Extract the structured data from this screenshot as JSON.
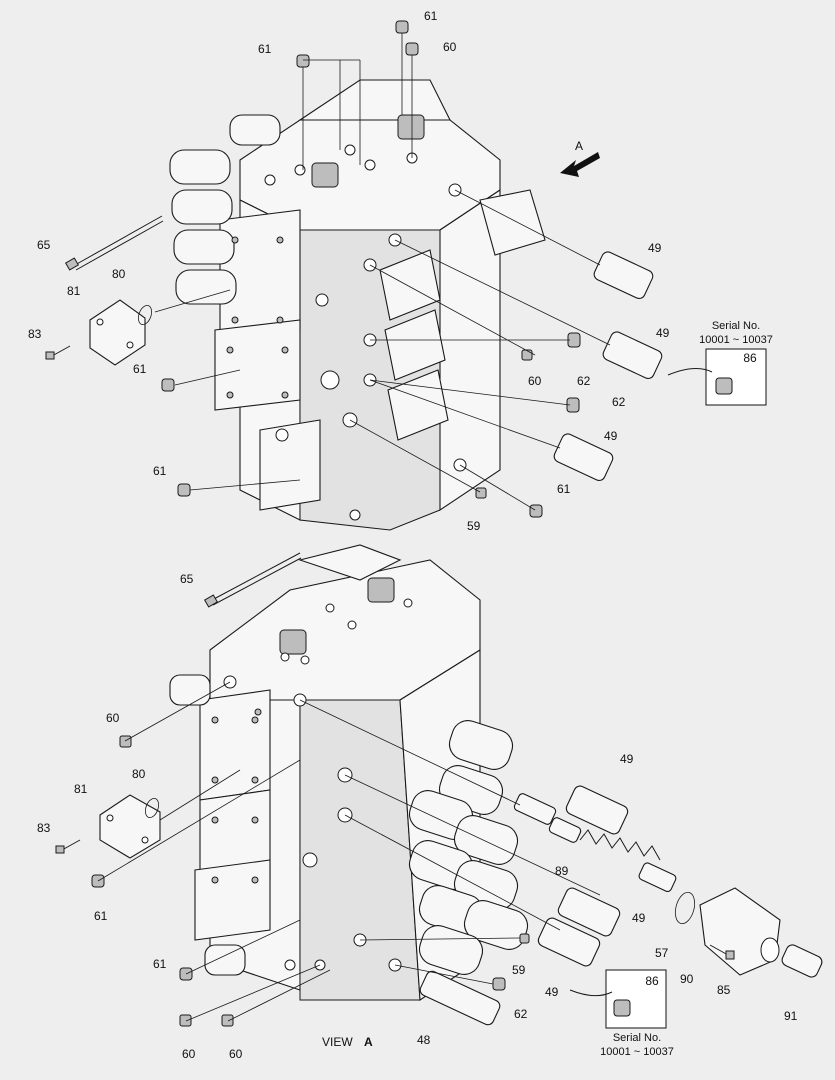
{
  "view_caption": {
    "prefix": "VIEW",
    "letter": "A"
  },
  "arrow_letter": "A",
  "serial_top": {
    "title": "Serial No.",
    "range": "10001 ~ 10037",
    "part": "86"
  },
  "serial_bottom": {
    "title": "Serial No.",
    "range": "10001 ~ 10037",
    "part": "86"
  },
  "callouts": [
    "61",
    "61",
    "60",
    "65",
    "80",
    "81",
    "83",
    "61",
    "49",
    "49",
    "60",
    "62",
    "62",
    "49",
    "61",
    "61",
    "59",
    "65",
    "60",
    "80",
    "81",
    "83",
    "61",
    "49",
    "89",
    "49",
    "57",
    "90",
    "61",
    "59",
    "62",
    "49",
    "85",
    "91",
    "60",
    "60",
    "48"
  ]
}
